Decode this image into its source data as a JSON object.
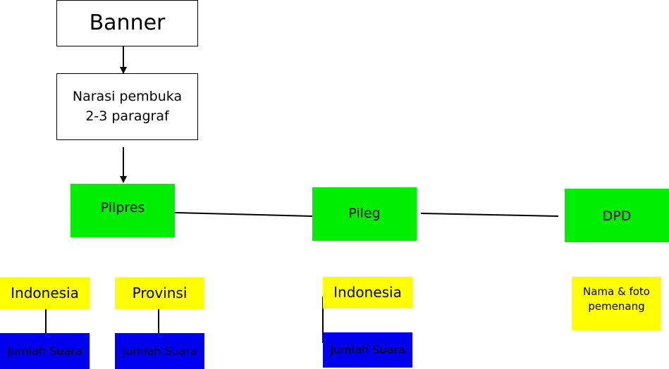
{
  "nodes": {
    "banner": "Banner",
    "narasi": "Narasi pembuka\n2-3 paragraf",
    "pilpres": "Pilpres",
    "pileg": "Pileg",
    "dpd": "DPD",
    "pilpres_indonesia": "Indonesia",
    "pilpres_provinsi": "Provinsi",
    "pileg_indonesia": "Indonesia",
    "dpd_winner": "Nama & foto\npemenang",
    "pilpres_indonesia_suara": "Jumlah Suara",
    "pilpres_provinsi_suara": "Jumlah Suara",
    "pileg_indonesia_suara": "Jumlah Suara"
  },
  "colors": {
    "box_white": "#ffffff",
    "box_green": "#00ee00",
    "box_yellow": "#ffff00",
    "box_blue": "#0000ee",
    "line": "#000000"
  }
}
